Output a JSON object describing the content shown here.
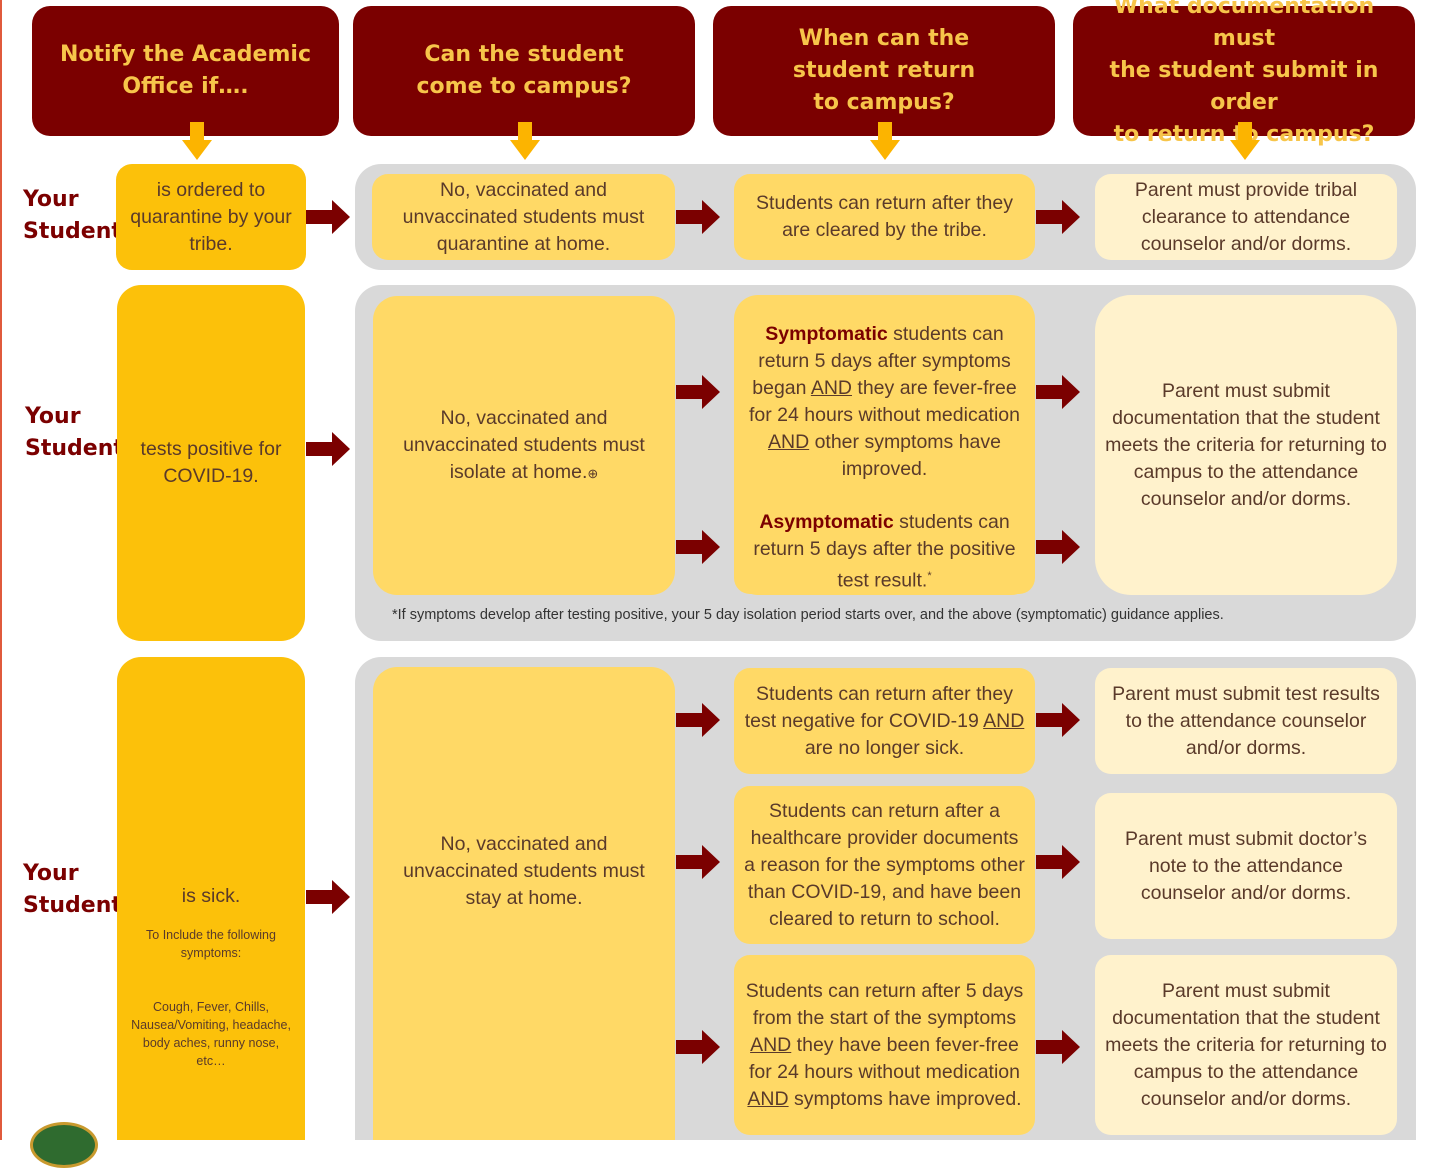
{
  "headers": [
    "Notify the Academic\nOffice if….",
    "Can the student\ncome to campus?",
    "When can the\nstudent return\nto campus?",
    "What documentation must\nthe student submit in order\nto return to campus?"
  ],
  "row_label": "Your\nStudent…",
  "row1": {
    "condition": "is ordered to quarantine by your tribe.",
    "campus": "No, vaccinated and unvaccinated students must quarantine at home.",
    "return": "Students can return after they are cleared by the tribe.",
    "docs": "Parent must provide tribal clearance to attendance counselor and/or dorms."
  },
  "row2": {
    "condition": "tests positive for COVID-19.",
    "campus": "No, vaccinated and unvaccinated students must isolate at home.",
    "campus_mark": "⊕",
    "sym_lead": "Symptomatic",
    "sym_a": " students can return 5 days after symptoms began ",
    "and": "AND",
    "sym_b": " they are fever-free for 24 hours without medication ",
    "sym_c": " other symptoms have improved.",
    "asym_lead": "Asymptomatic",
    "asym_text": " students can return 5 days after the positive test result.",
    "asym_mark": "*",
    "docs": "Parent must submit documentation that the student meets the criteria for returning to campus to the attendance counselor and/or dorms.",
    "footnote": "*If symptoms develop after testing positive, your 5 day isolation period starts over, and the above (symptomatic) guidance applies."
  },
  "row3": {
    "condition": "is sick.",
    "symptoms_intro": "To Include the following symptoms:",
    "symptoms_list": "Cough, Fever, Chills, Nausea/Vomiting, headache, body aches, runny nose, etc…",
    "campus": "No, vaccinated and unvaccinated students must stay at home.",
    "r1_a": "Students can return after they test negative for COVID-19 ",
    "r1_b": " are no longer sick.",
    "d1": "Parent must submit test results to the attendance counselor and/or dorms.",
    "r2": "Students can return after a healthcare provider documents a reason for the symptoms other than COVID-19, and have been cleared to return to school.",
    "d2": "Parent must submit doctor’s note to the attendance counselor and/or dorms.",
    "r3_a": "Students can return after 5 days from the start of the symptoms ",
    "r3_b": " they have been fever-free for 24 hours without medication ",
    "r3_c": " symptoms have improved.",
    "d3": "Parent must submit documentation that the student meets the criteria for returning to campus to the attendance counselor and/or dorms."
  },
  "colors": {
    "maroon": "#7b0000",
    "gold": "#fcc10a",
    "mid_yellow": "#ffd966",
    "light_yellow": "#fff2cc",
    "band_gray": "#d9d9d9"
  },
  "icons": {
    "down": "down-arrow-icon",
    "right": "right-arrow-icon",
    "logo": "school-seal-logo"
  }
}
